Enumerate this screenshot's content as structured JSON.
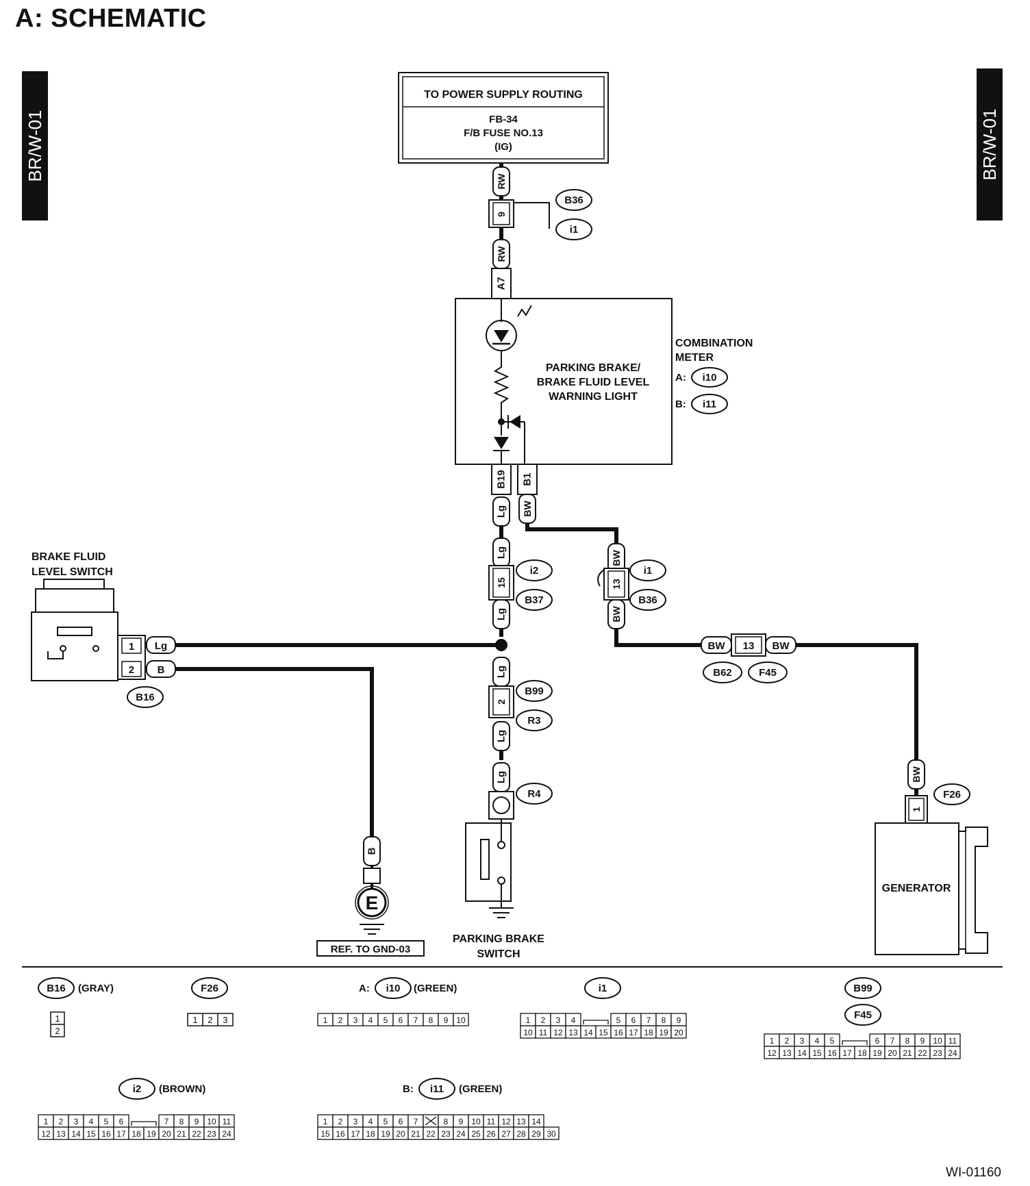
{
  "title": "A:  SCHEMATIC",
  "side_tab": "BR/W-01",
  "figure_id": "WI-01160",
  "power_box": {
    "header": "TO POWER SUPPLY ROUTING",
    "line1": "FB-34",
    "line2": "F/B FUSE NO.13",
    "line3": "(IG)"
  },
  "meter": {
    "name_line1": "COMBINATION",
    "name_line2": "METER",
    "prefix_a": "A:",
    "conn_a": "i10",
    "prefix_b": "B:",
    "conn_b": "i11",
    "light_line1": "PARKING BRAKE/",
    "light_line2": "BRAKE FLUID LEVEL",
    "light_line3": "WARNING LIGHT",
    "pin_a7": "A7",
    "pin_b19": "B19",
    "pin_b1": "B1"
  },
  "brake_fluid_switch": {
    "line1": "BRAKE FLUID",
    "line2": "LEVEL SWITCH",
    "pin1": "1",
    "pin2": "2",
    "wire1": "Lg",
    "wire2": "B",
    "connector": "B16"
  },
  "parking_switch": {
    "line1": "PARKING BRAKE",
    "line2": "SWITCH",
    "connector": "R4"
  },
  "generator": {
    "label": "GENERATOR",
    "connector": "F26",
    "pin": "1",
    "wire": "BW"
  },
  "ground": {
    "symbol": "E",
    "ref": "REF. TO GND-03",
    "wire": "B"
  },
  "wires": {
    "rw": "RW",
    "lg": "Lg",
    "bw": "BW"
  },
  "junctions": {
    "j1": {
      "pin": "9",
      "top": "B36",
      "bottom": "i1"
    },
    "j2": {
      "pin": "15",
      "top": "i2",
      "bottom": "B37"
    },
    "j3": {
      "pin": "13",
      "top": "i1",
      "bottom": "B36"
    },
    "j4": {
      "pin": "2",
      "top": "B99",
      "bottom": "R3"
    },
    "j5": {
      "pin": "13",
      "left": "B62",
      "right": "F45"
    }
  },
  "connector_views": {
    "b16": {
      "name": "B16",
      "color": "(GRAY)",
      "pins": [
        "1",
        "2"
      ]
    },
    "f26": {
      "name": "F26",
      "pins": [
        "1",
        "2",
        "3"
      ]
    },
    "i10": {
      "prefix": "A:",
      "name": "i10",
      "color": "(GREEN)",
      "pins": [
        "1",
        "2",
        "3",
        "4",
        "5",
        "6",
        "7",
        "8",
        "9",
        "10"
      ]
    },
    "i1": {
      "name": "i1",
      "row1": [
        "1",
        "2",
        "3",
        "4",
        "5",
        "6",
        "7",
        "8",
        "9"
      ],
      "row2": [
        "10",
        "11",
        "12",
        "13",
        "14",
        "15",
        "16",
        "17",
        "18",
        "19",
        "20"
      ]
    },
    "b99": {
      "name1": "B99",
      "name2": "F45",
      "row1": [
        "1",
        "2",
        "3",
        "4",
        "5",
        "6",
        "7",
        "8",
        "9",
        "10",
        "11"
      ],
      "row2": [
        "12",
        "13",
        "14",
        "15",
        "16",
        "17",
        "18",
        "19",
        "20",
        "21",
        "22",
        "23",
        "24"
      ]
    },
    "i2": {
      "name": "i2",
      "color": "(BROWN)",
      "row1": [
        "1",
        "2",
        "3",
        "4",
        "5",
        "6",
        "7",
        "8",
        "9",
        "10",
        "11"
      ],
      "row2": [
        "12",
        "13",
        "14",
        "15",
        "16",
        "17",
        "18",
        "19",
        "20",
        "21",
        "22",
        "23",
        "24"
      ]
    },
    "i11": {
      "prefix": "B:",
      "name": "i11",
      "color": "(GREEN)",
      "row1": [
        "1",
        "2",
        "3",
        "4",
        "5",
        "6",
        "7",
        "8",
        "9",
        "10",
        "11",
        "12",
        "13",
        "14"
      ],
      "row2": [
        "15",
        "16",
        "17",
        "18",
        "19",
        "20",
        "21",
        "22",
        "23",
        "24",
        "25",
        "26",
        "27",
        "28",
        "29",
        "30"
      ]
    }
  }
}
